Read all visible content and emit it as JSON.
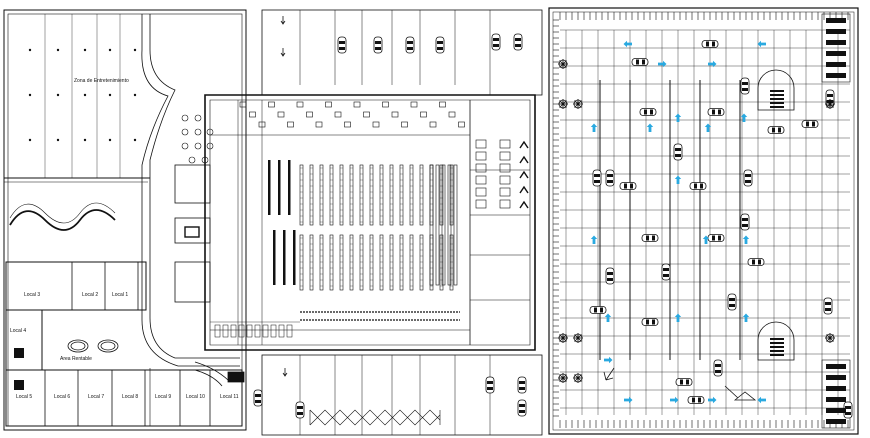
{
  "plan": {
    "zones": [
      {
        "id": "entertainment",
        "label": "Zona de Entretenimiento"
      },
      {
        "id": "rest",
        "label": "Area Rentable"
      }
    ],
    "locales_top": [
      "Local 3",
      "Local 2",
      "Local 1"
    ],
    "local_side": "Local 4",
    "locales_bottom": [
      "Local 5",
      "Local 6",
      "Local 7",
      "Local 8",
      "Local 9",
      "Local 10",
      "Local 11"
    ],
    "colors": {
      "line": "#111111",
      "arrow": "#29a9e0",
      "background": "#ffffff"
    },
    "icons": [
      "tree-icon",
      "car-icon",
      "direction-arrow-icon",
      "ramp-icon",
      "escalator-icon",
      "shelving-icon",
      "north-arrow-icon"
    ]
  }
}
